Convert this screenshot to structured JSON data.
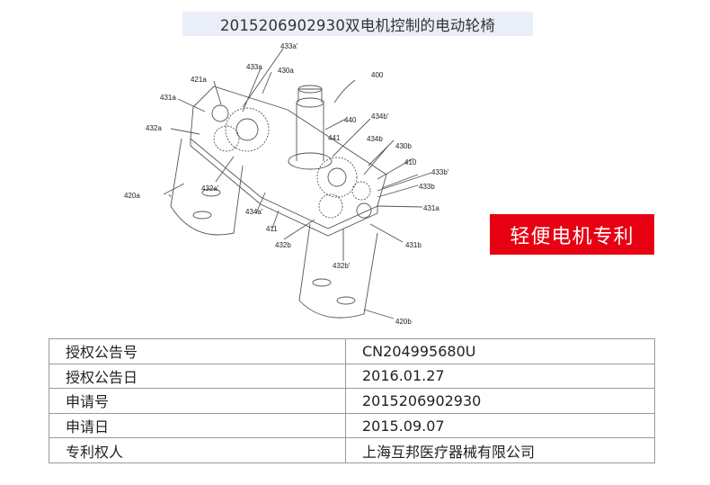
{
  "title": "2015206902930双电机控制的电动轮椅",
  "badge": "轻便电机专利",
  "figure_labels": [
    "433a'",
    "433a",
    "430a",
    "421a",
    "400",
    "431a",
    "440",
    "434b'",
    "432a",
    "441",
    "434b",
    "430b",
    "410",
    "433b'",
    "420a",
    "432a'",
    "433b",
    "434a'",
    "411",
    "431a",
    "432b",
    "431b",
    "432b'",
    "420b"
  ],
  "table": {
    "rows": [
      {
        "key": "授权公告号",
        "value": "CN204995680U"
      },
      {
        "key": "授权公告日",
        "value": "2016.01.27"
      },
      {
        "key": "申请号",
        "value": "2015206902930"
      },
      {
        "key": "申请日",
        "value": "2015.09.07"
      },
      {
        "key": "专利权人",
        "value": "上海互邦医疗器械有限公司"
      }
    ]
  }
}
